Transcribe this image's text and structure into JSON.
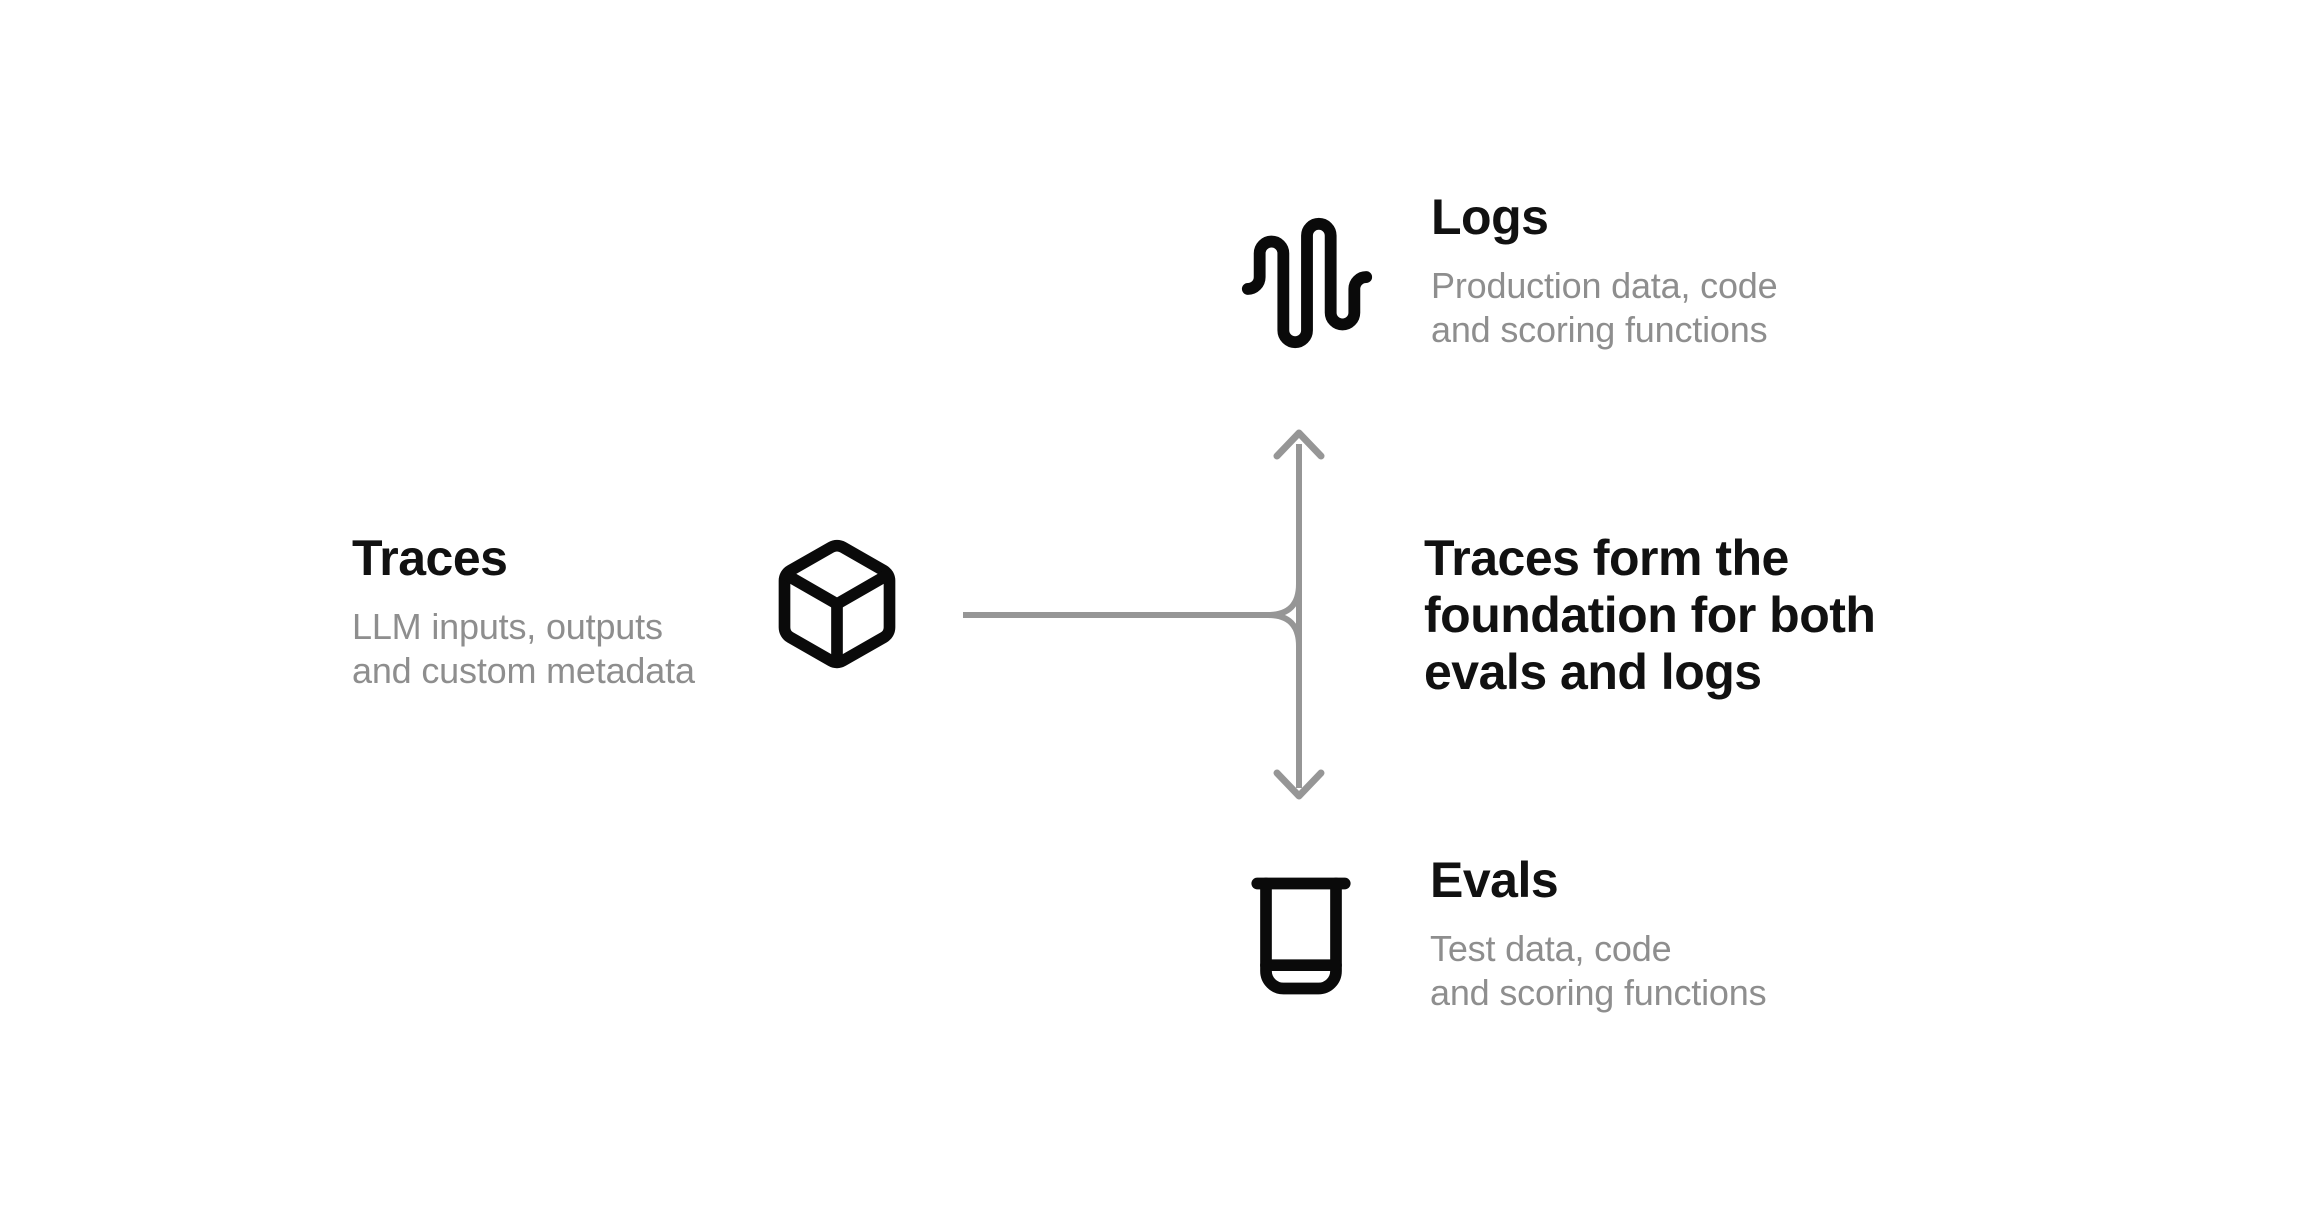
{
  "page": {
    "background": "#ffffff"
  },
  "colors": {
    "background": "#ffffff",
    "title": "#111111",
    "muted": "#8e8e8e",
    "connector": "#969696",
    "icon": "#0a0a0a"
  },
  "nodes": {
    "traces": {
      "title": "Traces",
      "subtitle_line1": "LLM inputs, outputs",
      "subtitle_line2": "and custom metadata",
      "icon": "cube-icon"
    },
    "logs": {
      "title": "Logs",
      "subtitle_line1": "Production data, code",
      "subtitle_line2": "and scoring functions",
      "icon": "audio-waveform-icon"
    },
    "evals": {
      "title": "Evals",
      "subtitle_line1": "Test data, code",
      "subtitle_line2": "and scoring functions",
      "icon": "beaker-icon"
    }
  },
  "annotation": {
    "line1": "Traces form the",
    "line2": "foundation for both",
    "line3": "evals and logs"
  }
}
